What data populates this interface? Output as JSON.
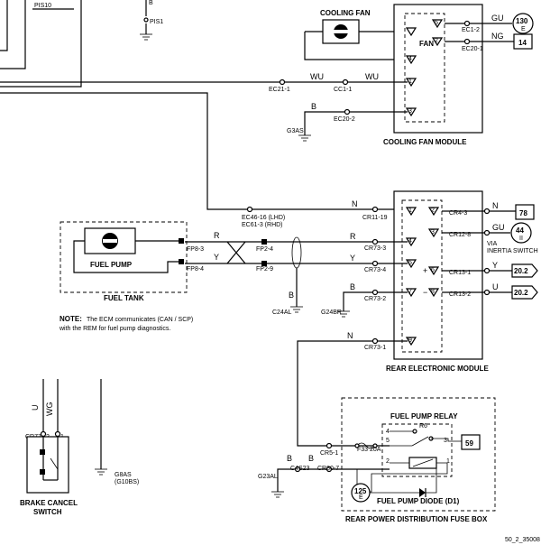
{
  "top": {
    "pis10": "PIS10",
    "b_top": "B",
    "pis1": "PIS1"
  },
  "cooling": {
    "fan_title": "COOLING FAN",
    "fan_label": "FAN",
    "module_label": "COOLING FAN MODULE",
    "gu": "GU",
    "ng": "NG",
    "ec1_2": "EC1-2",
    "ec20_1": "EC20-1",
    "ref_130": "130",
    "ref_130_sub": "E",
    "ref_14": "14",
    "wu1": "WU",
    "wu2": "WU",
    "ec21_1": "EC21-1",
    "cc1_1": "CC1-1",
    "b": "B",
    "ec20_2": "EC20-2",
    "g3as": "G3AS",
    "pins": [
      "5",
      "2",
      "4",
      "1",
      "3"
    ]
  },
  "rem": {
    "label": "REAR ELECTRONIC MODULE",
    "n": "N",
    "ec46": "EC46-16 (LHD)",
    "ec61": "EC61-3 (RHD)",
    "cr11_19": "CR11-19",
    "cr4_3": "CR4-3",
    "n_right": "N",
    "ref_78": "78",
    "gu": "GU",
    "cr12_8": "CR12-8",
    "ref_44": "44",
    "ref_44_sub": "II",
    "via1": "VIA",
    "via2": "INERTIA SWITCH",
    "y_right": "Y",
    "cr13_1": "CR13-1",
    "ref_20_2a": "20.2",
    "u_right": "U",
    "cr13_2": "CR13-2",
    "ref_20_2b": "20.2",
    "r": "R",
    "cr73_3": "CR73-3",
    "y": "Y",
    "cr73_4": "CR73-4",
    "b": "B",
    "cr73_2": "CR73-2",
    "n_low": "N",
    "cr73_1": "CR73-1",
    "g24br": "G24BR",
    "pins": [
      "1",
      "2",
      "3",
      "4",
      "5",
      "6",
      "7",
      "8",
      "9"
    ]
  },
  "tank": {
    "pump_label": "FUEL PUMP",
    "tank_label": "FUEL TANK",
    "fp8_3": "FP8-3",
    "fp8_4": "FP8-4",
    "r": "R",
    "y": "Y",
    "fp2_4": "FP2-4",
    "fp2_9": "FP2-9",
    "b": "B",
    "c24al": "C24AL"
  },
  "note": {
    "head": "NOTE:",
    "line1": "The ECM communicates (CAN / SCP)",
    "line2": "with the REM for fuel pump diagnostics."
  },
  "brake": {
    "u": "U",
    "wg": "WG",
    "cr77": "CR77",
    "p2": "2",
    "p1": "1",
    "label1": "BRAKE CANCEL",
    "label2": "SWITCH",
    "g8as": "G8AS",
    "g10bs": "(G10BS)"
  },
  "fusebox": {
    "relay_title": "FUEL PUMP RELAY",
    "r6": "R6",
    "p4": "4",
    "p5": "5",
    "p3": "3",
    "p2": "2",
    "p1": "1",
    "ref_59": "59",
    "cr5_1": "CR5-1",
    "f33": "F33 20A",
    "b1": "B",
    "b2": "B",
    "c4s23": "C4S23",
    "cr80_7": "CR80-7",
    "g23al": "G23AL",
    "ref_125": "125",
    "ref_125_sub": "E",
    "diode": "FUEL PUMP DIODE (D1)",
    "box_label": "REAR POWER DISTRIBUTION FUSE BOX"
  },
  "footer": {
    "code": "50_2_35008"
  }
}
